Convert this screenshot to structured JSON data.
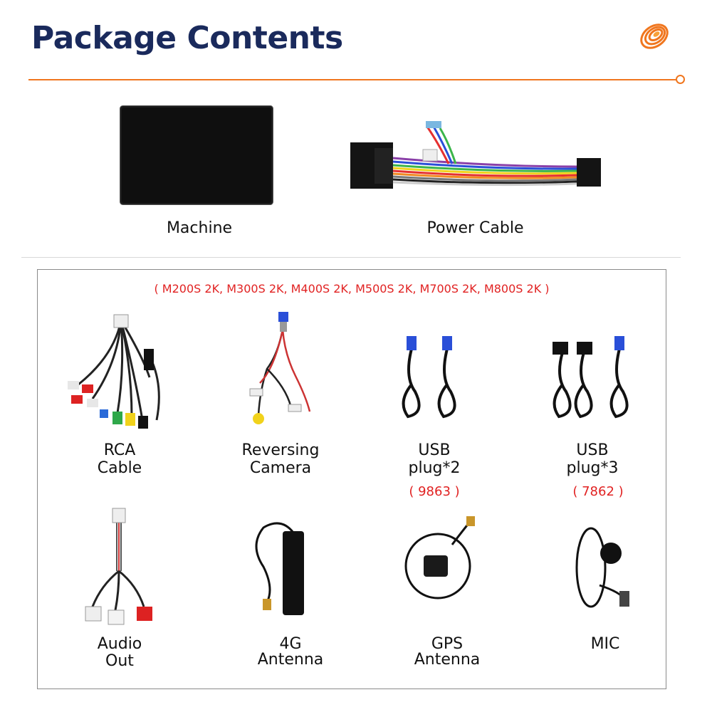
{
  "header": {
    "title": "Package Contents",
    "accent_color": "#f0761e",
    "title_color": "#1a2a5c",
    "logo_icon": "orange-spiral-logo-icon"
  },
  "top_items": [
    {
      "label": "Machine",
      "icon": "screen-unit-icon"
    },
    {
      "label": "Power Cable",
      "icon": "wiring-harness-icon"
    }
  ],
  "accessories": {
    "models_note": "( M200S 2K, M300S 2K, M400S 2K, M500S 2K, M700S 2K, M800S 2K )",
    "row1": [
      {
        "label_line1": "RCA",
        "label_line2": "Cable"
      },
      {
        "label_line1": "Reversing",
        "label_line2": "Camera"
      },
      {
        "label_line1": "USB",
        "label_line2": "plug*2",
        "note": "( 9863 )"
      },
      {
        "label_line1": "USB",
        "label_line2": "plug*3",
        "note": "( 7862 )"
      }
    ],
    "row2": [
      {
        "label_line1": "Audio",
        "label_line2": "Out"
      },
      {
        "label_line1": "4G",
        "label_line2": "Antenna"
      },
      {
        "label_line1": "GPS",
        "label_line2": "Antenna"
      },
      {
        "label_line1": "MIC",
        "label_line2": ""
      }
    ]
  }
}
